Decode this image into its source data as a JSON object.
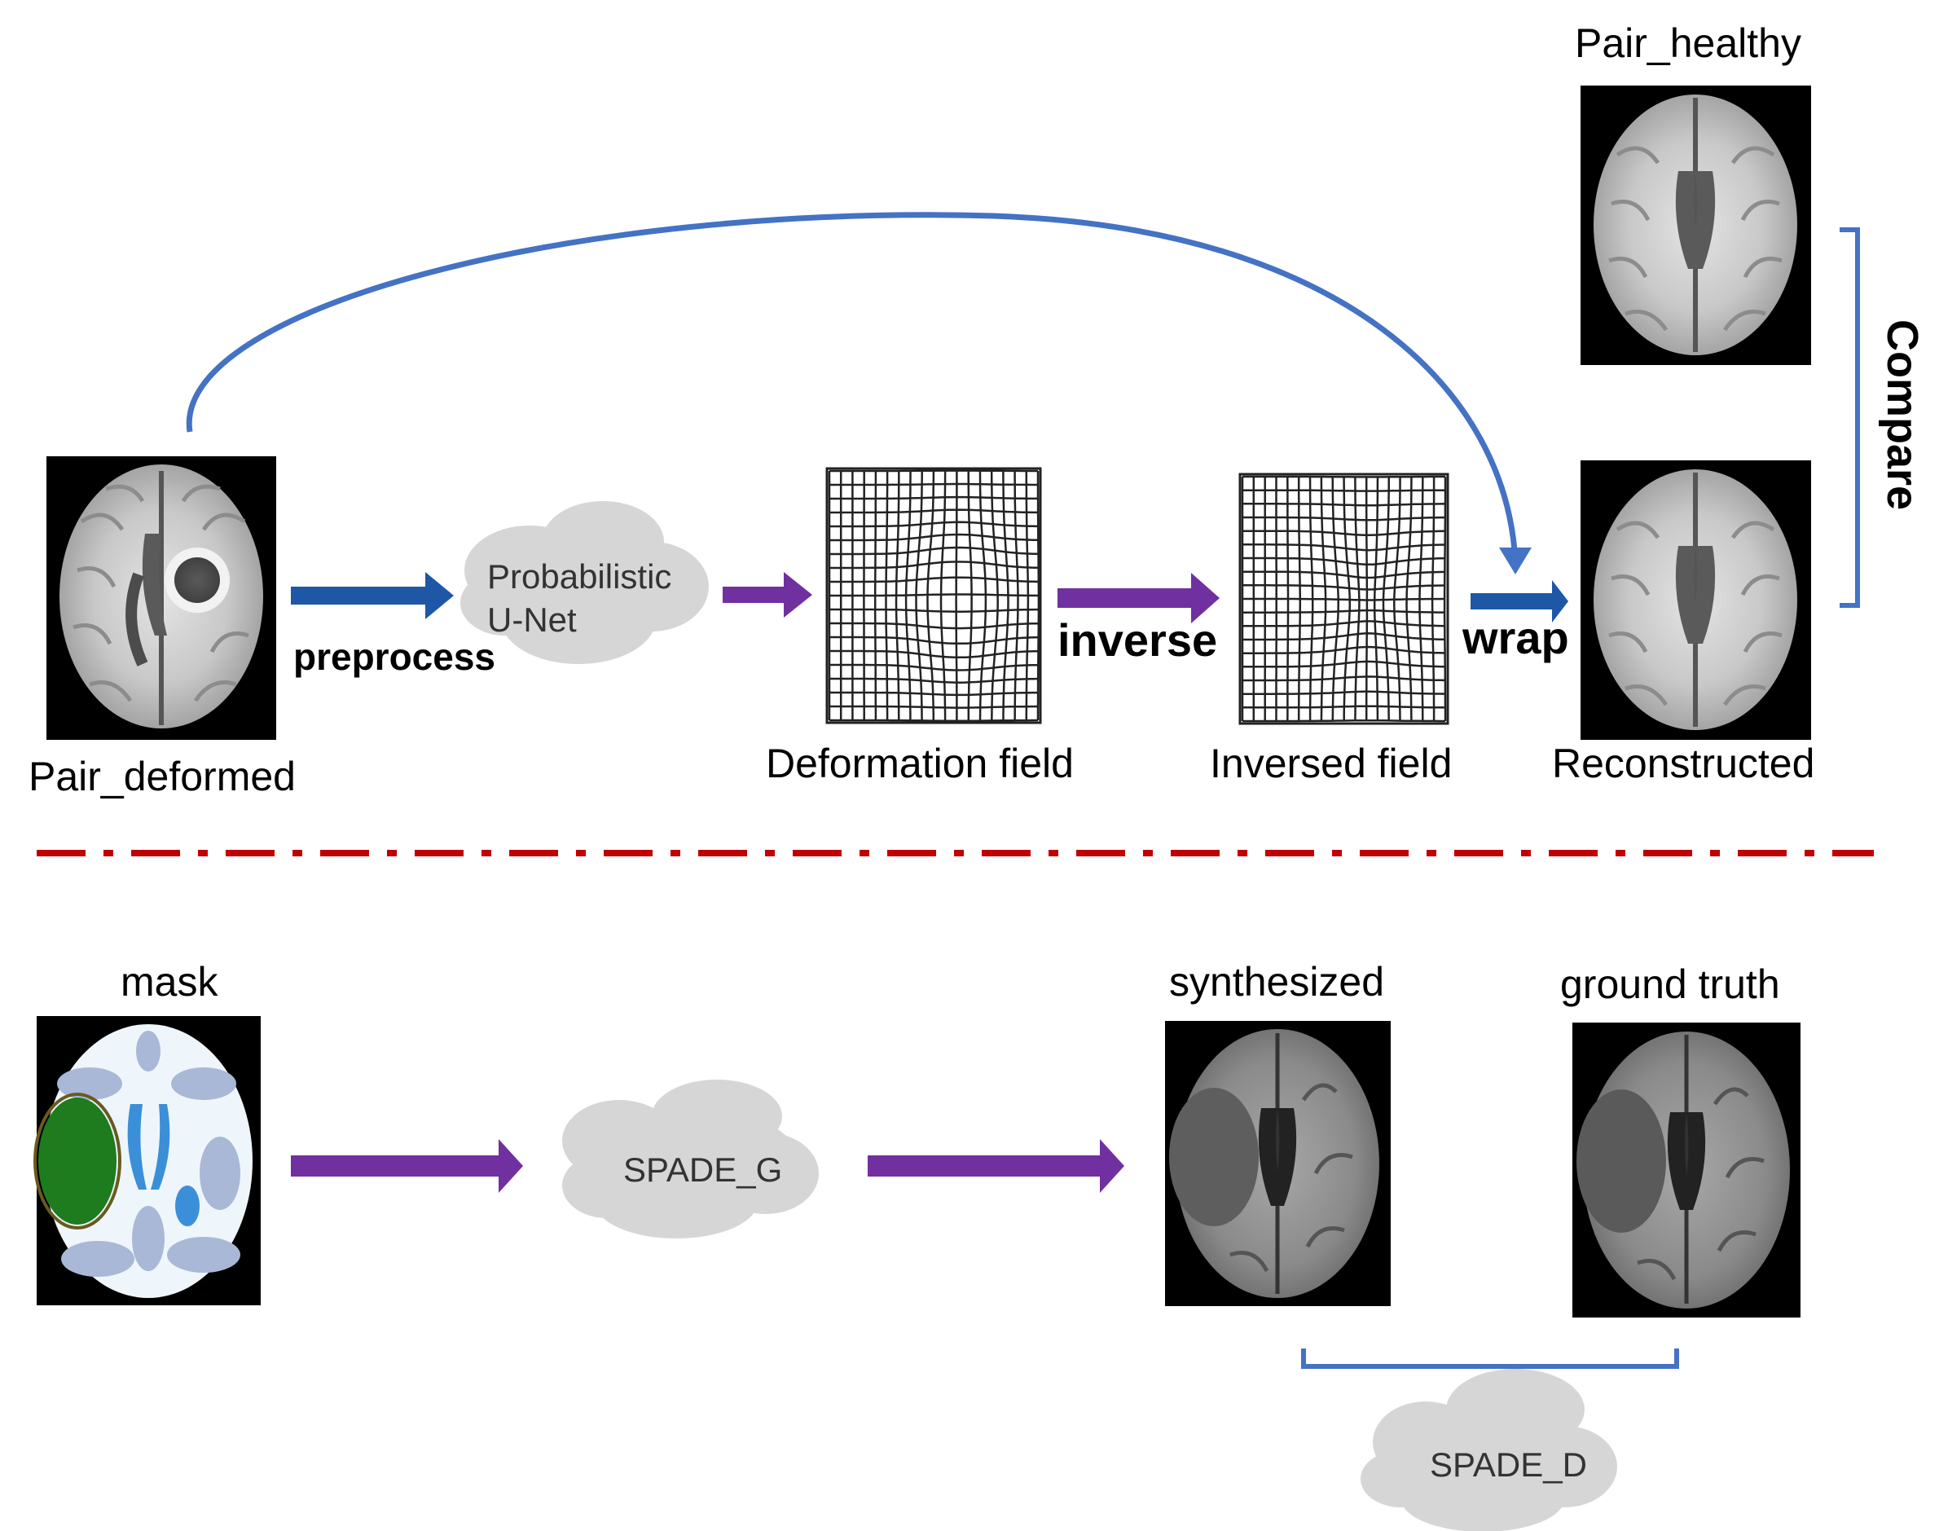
{
  "top_pipeline": {
    "input_label": "Pair_deformed",
    "preprocess_label": "preprocess",
    "model_label_line1": "Probabilistic",
    "model_label_line2": "U-Net",
    "deformation_label": "Deformation field",
    "inverse_label": "inverse",
    "inversed_label": "Inversed field",
    "wrap_label": "wrap",
    "reconstructed_label": "Reconstructed",
    "healthy_label": "Pair_healthy",
    "compare_label": "Compare"
  },
  "bottom_pipeline": {
    "mask_label": "mask",
    "generator_label": "SPADE_G",
    "synthesized_label": "synthesized",
    "ground_truth_label": "ground truth",
    "discriminator_label": "SPADE_D"
  },
  "colors": {
    "blue_arrow": "#1f57a7",
    "purple_arrow": "#7030a0",
    "curve_blue": "#4472c4",
    "divider_red": "#c00000",
    "cloud_gray": "#d6d6d6"
  }
}
